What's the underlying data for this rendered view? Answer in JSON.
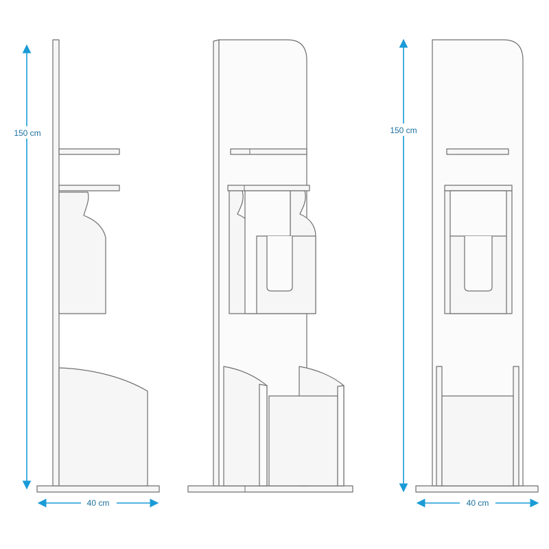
{
  "colors": {
    "dimension": "#1a9bd7",
    "dimension_text": "#1a6f9e",
    "outline": "#6f6f6f",
    "panel_fill": "#f6f6f6"
  },
  "dimensions": {
    "left_height": "150 cm",
    "left_width": "40 cm",
    "right_height": "150 cm",
    "right_width": "40 cm"
  }
}
